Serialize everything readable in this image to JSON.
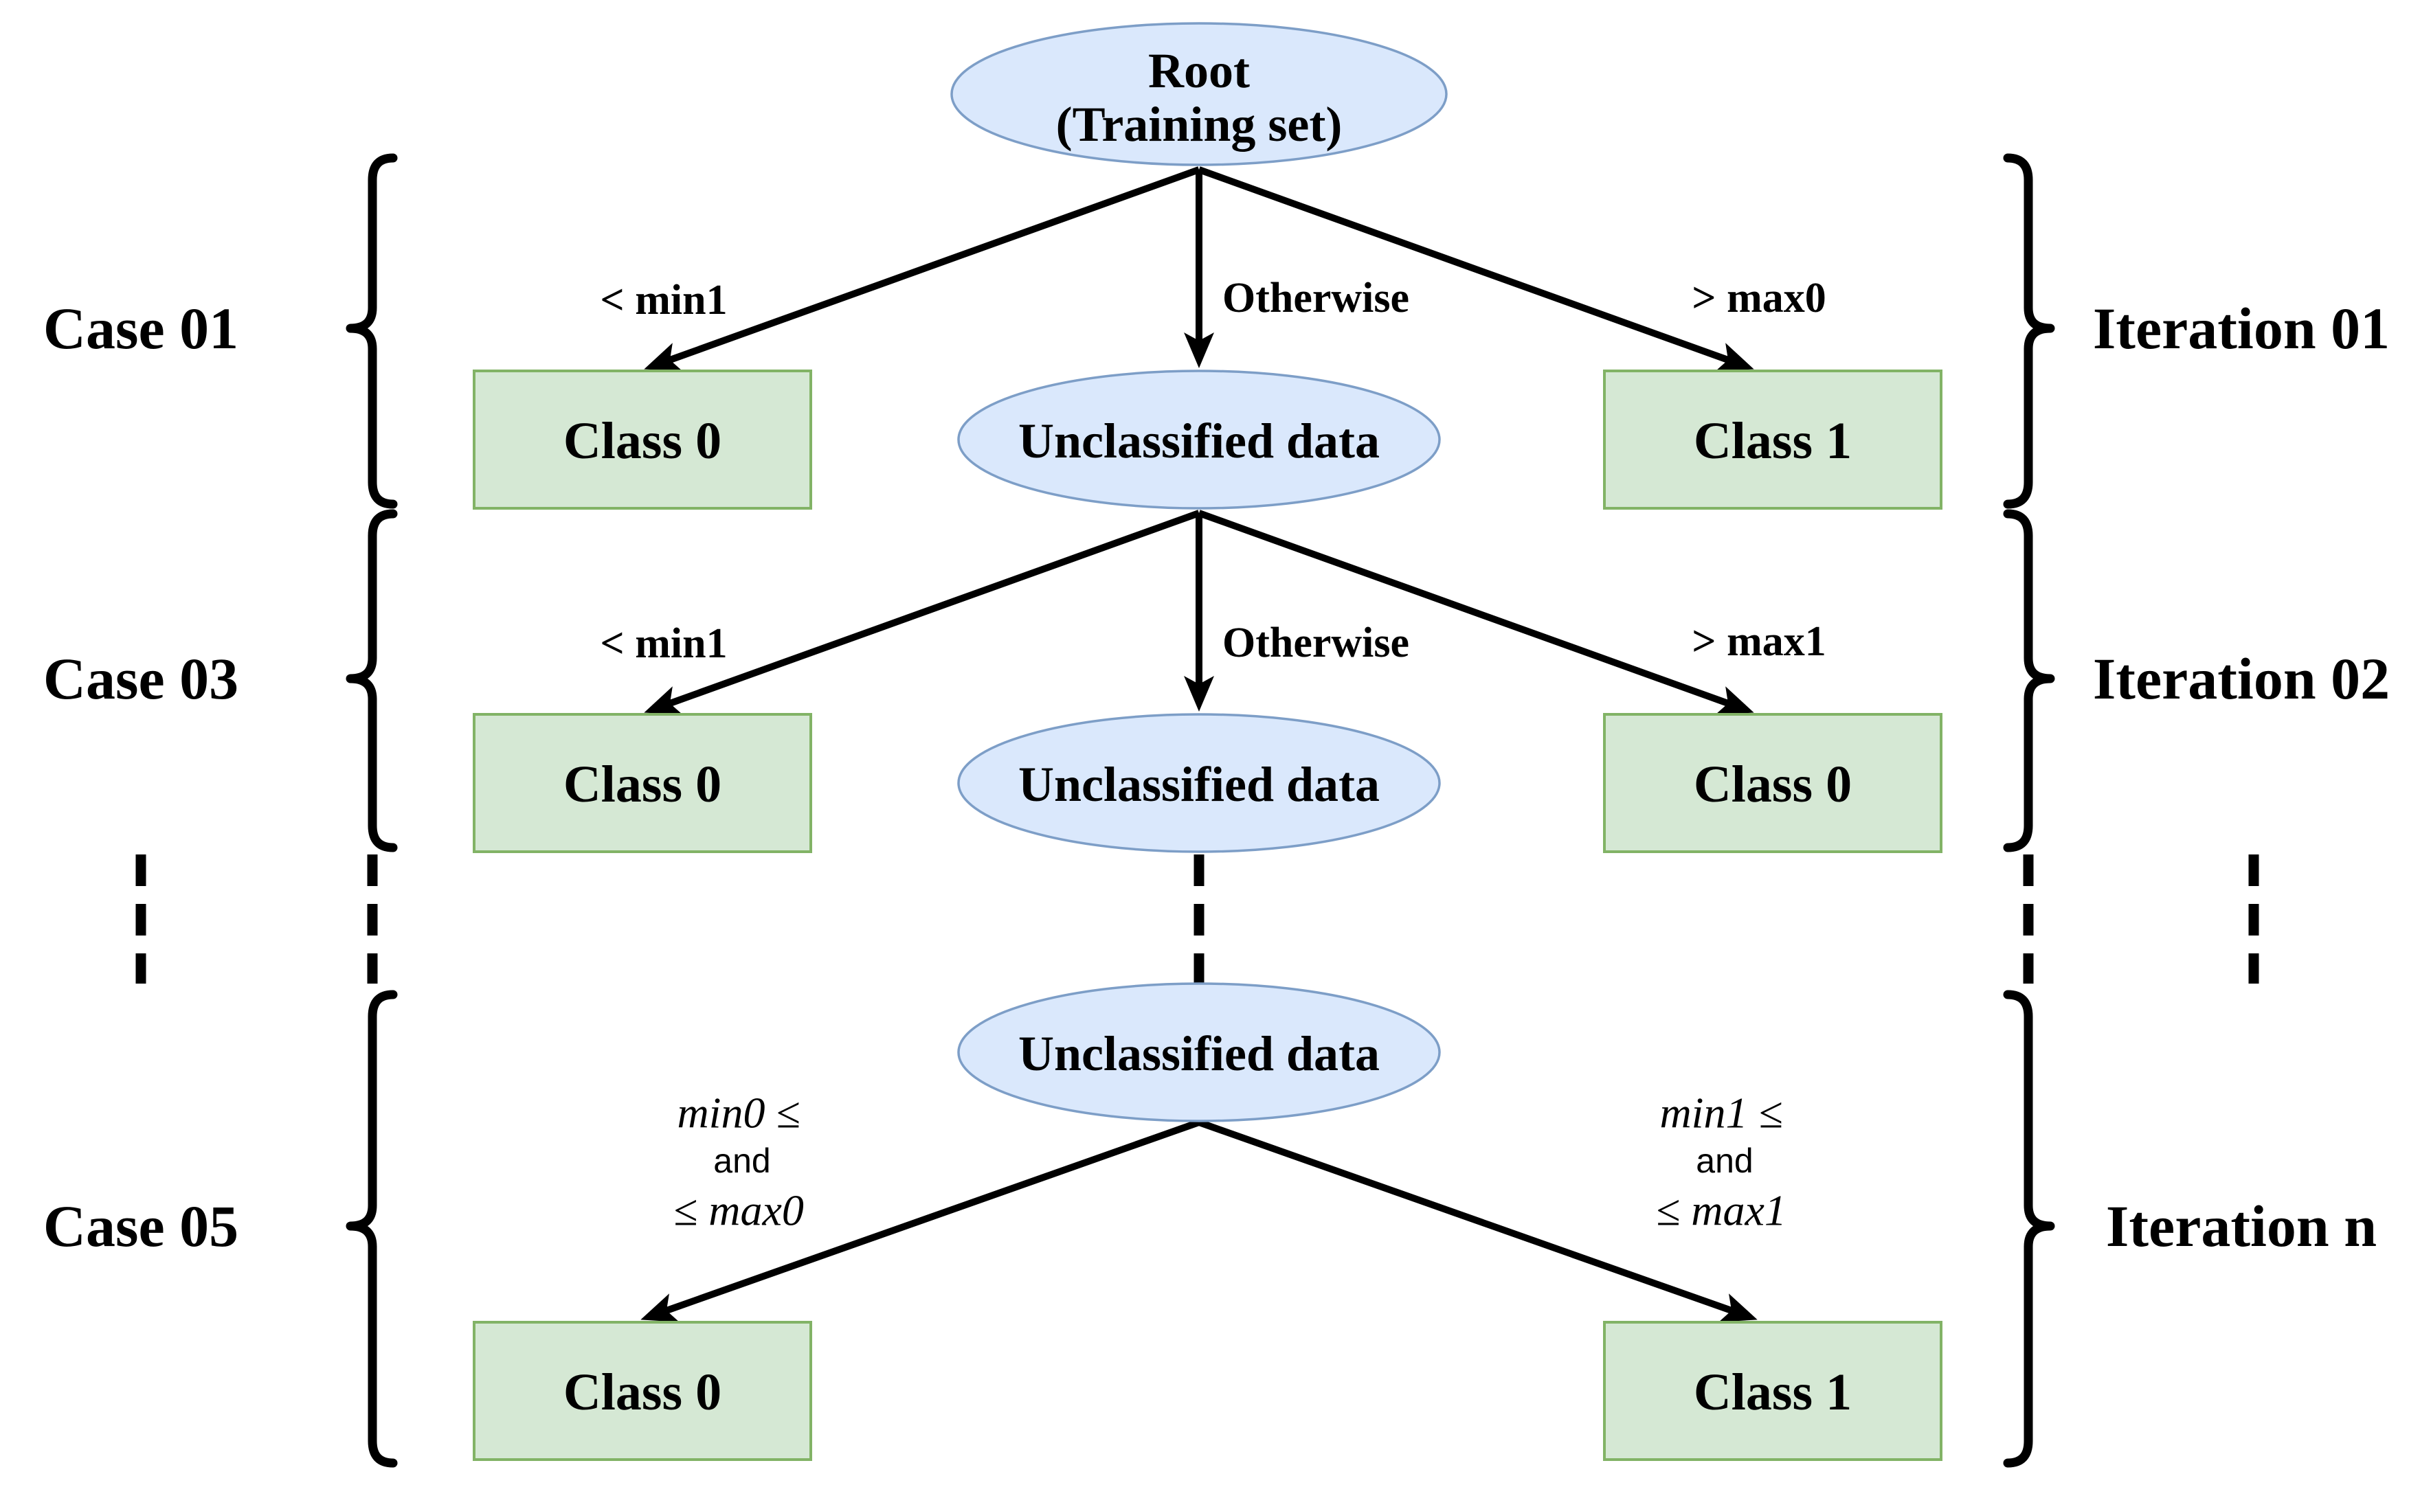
{
  "colors": {
    "background": "#ffffff",
    "ellipse_fill": "#dae8fc",
    "ellipse_stroke": "#7d9ec7",
    "box_fill": "#d5e8d4",
    "box_stroke": "#82b366",
    "line": "#000000",
    "text": "#000000"
  },
  "root": {
    "line1": "Root",
    "line2": "(Training set)"
  },
  "rows": {
    "row1": {
      "case_label": "Case 01",
      "iteration_label": "Iteration 01",
      "edge_left": "< min1",
      "edge_middle": "Otherwise",
      "edge_right": "> max0",
      "node_left": "Class 0",
      "node_middle": "Unclassified data",
      "node_right": "Class 1"
    },
    "row2": {
      "case_label": "Case 03",
      "iteration_label": "Iteration 02",
      "edge_left": "< min1",
      "edge_middle": "Otherwise",
      "edge_right": "> max1",
      "node_left": "Class 0",
      "node_middle": "Unclassified data",
      "node_right": "Class 0"
    },
    "row3": {
      "case_label": "Case 05",
      "iteration_label": "Iteration n",
      "edge_left_line1": "min0 ≤",
      "edge_left_line2": "and",
      "edge_left_line3": "≤ max0",
      "edge_right_line1": "min1 ≤",
      "edge_right_line2": "and",
      "edge_right_line3": "≤ max1",
      "node_middle": "Unclassified data",
      "node_left": "Class 0",
      "node_right": "Class 1"
    }
  }
}
